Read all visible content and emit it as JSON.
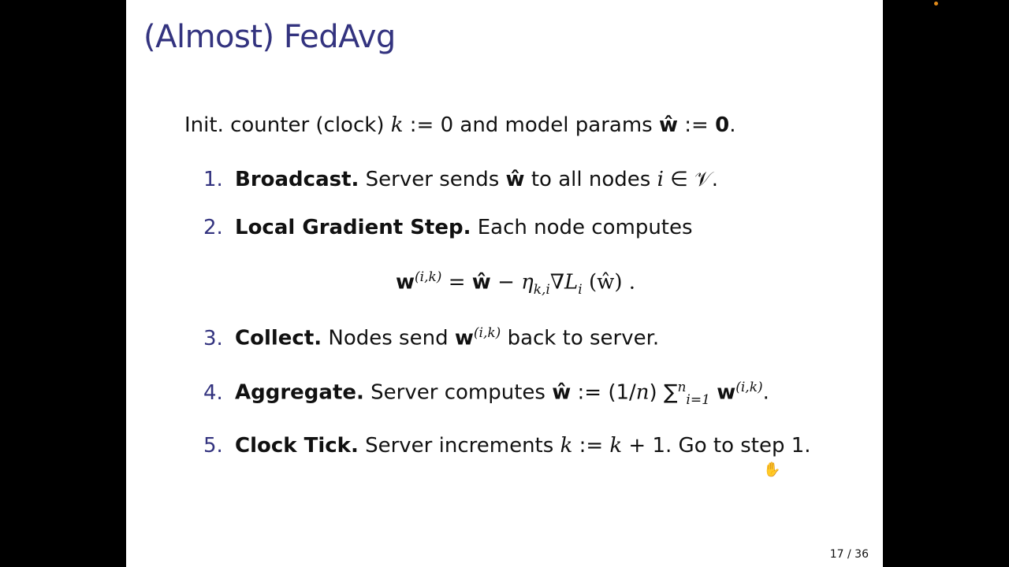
{
  "slide": {
    "title": "(Almost) FedAvg",
    "intro": {
      "t1": "Init. counter (clock) ",
      "k": "k",
      "t2": " := 0 and model params ",
      "w": "ŵ",
      "t3": " := ",
      "zero": "0",
      "t4": "."
    },
    "steps": [
      {
        "num": "1.",
        "head": "Broadcast.",
        "t1": "Server sends ",
        "w": "ŵ",
        "t2": " to all nodes ",
        "i": "i",
        "t3": " ∈ 𝒱."
      },
      {
        "num": "2.",
        "head": "Local Gradient Step.",
        "t1": "Each node computes"
      },
      {
        "num": "3.",
        "head": "Collect.",
        "t1": "Nodes send ",
        "w": "w",
        "sup": "(i,k)",
        "t2": " back to server."
      },
      {
        "num": "4.",
        "head": "Aggregate.",
        "t1": "Server computes ",
        "w": "ŵ",
        "t2": " := (1/",
        "n": "n",
        "t3": ") ∑",
        "sub": "i=1",
        "supn": "n",
        "w2": "w",
        "sup": "(i,k)",
        "t4": "."
      },
      {
        "num": "5.",
        "head": "Clock Tick.",
        "t1": "Server increments ",
        "k": "k",
        "t2": " := ",
        "k2": "k",
        "t3": " + 1. Go to step 1."
      }
    ],
    "equation": {
      "w": "w",
      "sup": "(i,k)",
      "eq": " = ",
      "what": "ŵ",
      "minus": " − ",
      "eta": "η",
      "etasub": "k,i",
      "nabla": "∇",
      "L": "L",
      "Lsub": "i",
      "arg": " (ŵ) ."
    },
    "page": "17 / 36"
  }
}
